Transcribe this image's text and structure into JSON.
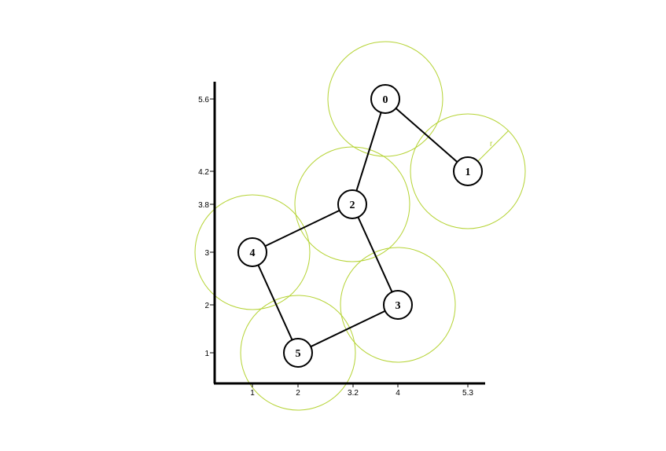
{
  "diagram": {
    "type": "unit-disk-graph",
    "colors": {
      "range_circle": "#b5d334",
      "edge": "#000000",
      "node_stroke": "#000000",
      "node_fill": "#ffffff",
      "axis": "#000000"
    },
    "x_ticks": [
      "1",
      "2",
      "3.2",
      "4",
      "5.3"
    ],
    "y_ticks": [
      "1",
      "2",
      "3",
      "3.8",
      "4.2",
      "5.6"
    ],
    "radius_label": "r",
    "nodes": [
      {
        "id": "0",
        "x": 3.8,
        "y": 5.6
      },
      {
        "id": "1",
        "x": 5.3,
        "y": 4.2
      },
      {
        "id": "2",
        "x": 3.2,
        "y": 3.8
      },
      {
        "id": "3",
        "x": 4.0,
        "y": 2.0
      },
      {
        "id": "4",
        "x": 1.0,
        "y": 3.0
      },
      {
        "id": "5",
        "x": 2.0,
        "y": 1.0
      }
    ],
    "edges": [
      [
        "0",
        "1"
      ],
      [
        "0",
        "2"
      ],
      [
        "2",
        "4"
      ],
      [
        "2",
        "3"
      ],
      [
        "4",
        "5"
      ],
      [
        "5",
        "3"
      ]
    ]
  }
}
